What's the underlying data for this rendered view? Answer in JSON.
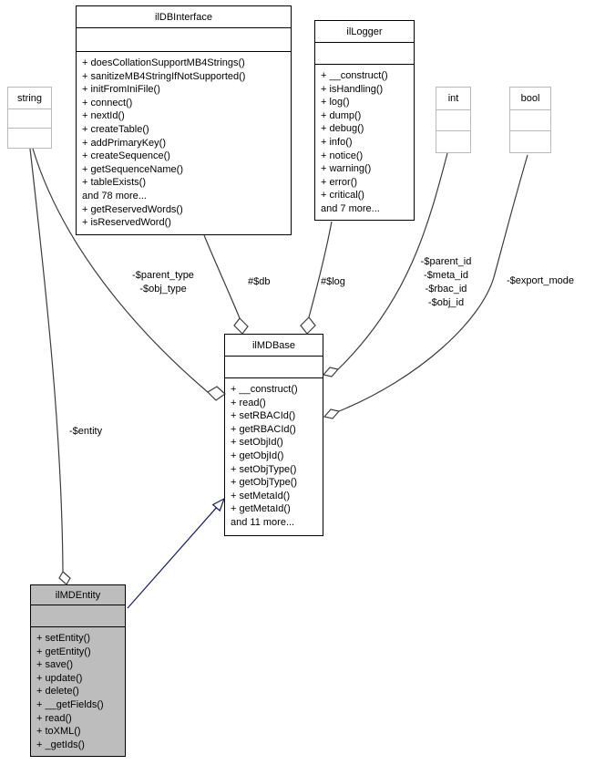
{
  "diagram_type": "uml-collaboration-diagram",
  "colors": {
    "background": "#ffffff",
    "class_border": "#000000",
    "primitive_border": "#b9b9b9",
    "highlight_fill": "#bdbdbd",
    "edge": "#3c3c3c",
    "inheritance_edge": "#191970",
    "text": "#000000"
  },
  "classes": {
    "ilDBInterface": {
      "title": "ilDBInterface",
      "methods": [
        "+ doesCollationSupportMB4Strings()",
        "+ sanitizeMB4StringIfNotSupported()",
        "+ initFromIniFile()",
        "+ connect()",
        "+ nextId()",
        "+ createTable()",
        "+ addPrimaryKey()",
        "+ createSequence()",
        "+ getSequenceName()",
        "+ tableExists()",
        "and 78 more...",
        "+ getReservedWords()",
        "+ isReservedWord()"
      ]
    },
    "ilLogger": {
      "title": "ilLogger",
      "methods": [
        "+ __construct()",
        "+ isHandling()",
        "+ log()",
        "+ dump()",
        "+ debug()",
        "+ info()",
        "+ notice()",
        "+ warning()",
        "+ error()",
        "+ critical()",
        "and 7 more..."
      ]
    },
    "string": {
      "title": "string",
      "methods": []
    },
    "int": {
      "title": "int",
      "methods": []
    },
    "bool": {
      "title": "bool",
      "methods": []
    },
    "ilMDBase": {
      "title": "ilMDBase",
      "methods": [
        "+ __construct()",
        "+ read()",
        "+ setRBACId()",
        "+ getRBACId()",
        "+ setObjId()",
        "+ getObjId()",
        "+ setObjType()",
        "+ getObjType()",
        "+ setMetaId()",
        "+ getMetaId()",
        "and 11 more..."
      ]
    },
    "ilMDEntity": {
      "title": "ilMDEntity",
      "methods": [
        "+ setEntity()",
        "+ getEntity()",
        "+ save()",
        "+ update()",
        "+ delete()",
        "+ __getFields()",
        "+ read()",
        "+ toXML()",
        "+ _getIds()"
      ]
    }
  },
  "edge_labels": {
    "parent_type": "-$parent_type\n-$obj_type",
    "db": "#$db",
    "log": "#$log",
    "ids": "-$parent_id\n-$meta_id\n-$rbac_id\n-$obj_id",
    "export_mode": "-$export_mode",
    "entity": "-$entity"
  }
}
